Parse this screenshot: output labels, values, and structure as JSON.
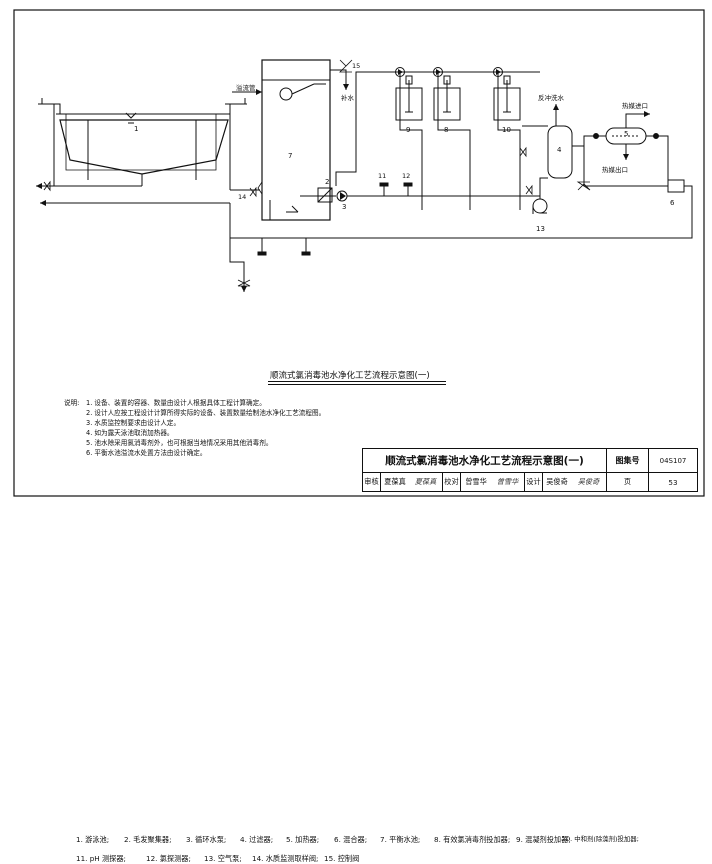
{
  "diagram": {
    "labels": {
      "overflow_pipe": "溢流管",
      "makeup_water": "补水",
      "backwash_water": "反冲洗水",
      "heat_medium_in": "热媒进口",
      "heat_medium_out": "热媒出口"
    },
    "numbers": [
      "1",
      "2",
      "3",
      "4",
      "5",
      "6",
      "7",
      "8",
      "9",
      "10",
      "11",
      "12",
      "13",
      "14",
      "15"
    ]
  },
  "legend": {
    "items": [
      "1. 游泳池;",
      "2. 毛发聚集器;",
      "3. 循环水泵;",
      "4. 过滤器;",
      "5. 加热器;",
      "6. 混合器;",
      "7. 平衡水池;",
      "8. 有效氯消毒剂投加器;",
      "9. 混凝剂投加器;",
      "10. 中和剂(除藻剂)投加器;",
      "11. pH 测探器;",
      "12. 氯探测器;",
      "13. 空气泵;",
      "14. 水质监测取样阀;",
      "15. 控制阀"
    ]
  },
  "figure_title": "顺流式氯消毒池水净化工艺流程示意图(一)",
  "notes": {
    "heading": "说明:",
    "items": [
      "1. 设备、装置的容器、数量由设计人根据具体工程计算确定。",
      "2. 设计人应按工程设计计算所得实际的设备、装置数量绘制池水净化工艺流程图。",
      "3. 水质监控制要求由设计人定。",
      "4. 如为露天泳池取消加热器。",
      "5. 池水除采用氯消毒剂外，也可根据当地情况采用其他消毒剂。",
      "6. 平衡水池溢流水处置方法由设计确定。"
    ]
  },
  "title_block": {
    "title": "顺流式氯消毒池水净化工艺流程示意图(一)",
    "atlas_label": "图集号",
    "atlas_no": "04S107",
    "review_label": "审核",
    "reviewer": "夏葆真",
    "review_sig": "夏葆真",
    "check_label": "校对",
    "checker": "曾雪华",
    "check_sig": "曾雪华",
    "design_label": "设计",
    "designer": "吴俊奇",
    "design_sig": "吴俊奇",
    "page_label": "页",
    "page_no": "53"
  }
}
